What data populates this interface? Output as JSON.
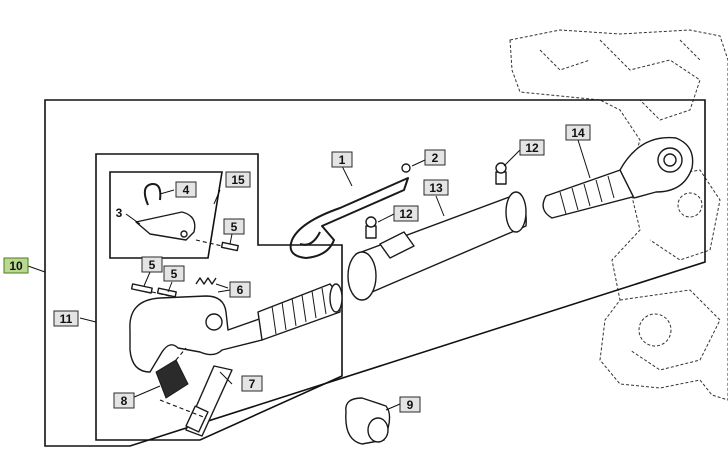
{
  "diagram": {
    "callouts": [
      {
        "id": "c10",
        "label": "10",
        "highlight": true
      },
      {
        "id": "c11",
        "label": "11"
      },
      {
        "id": "c15",
        "label": "15"
      },
      {
        "id": "c4",
        "label": "4"
      },
      {
        "id": "c3",
        "label": "3"
      },
      {
        "id": "c5a",
        "label": "5"
      },
      {
        "id": "c5b",
        "label": "5"
      },
      {
        "id": "c5c",
        "label": "5"
      },
      {
        "id": "c6",
        "label": "6"
      },
      {
        "id": "c7",
        "label": "7"
      },
      {
        "id": "c8",
        "label": "8"
      },
      {
        "id": "c1",
        "label": "1"
      },
      {
        "id": "c2",
        "label": "2"
      },
      {
        "id": "c12a",
        "label": "12"
      },
      {
        "id": "c12b",
        "label": "12"
      },
      {
        "id": "c13",
        "label": "13"
      },
      {
        "id": "c14",
        "label": "14"
      },
      {
        "id": "c9",
        "label": "9"
      }
    ],
    "colors": {
      "callout_fill": "#e4e4e4",
      "callout_highlight": "#b8d98f",
      "line": "#1a1a1a"
    }
  }
}
